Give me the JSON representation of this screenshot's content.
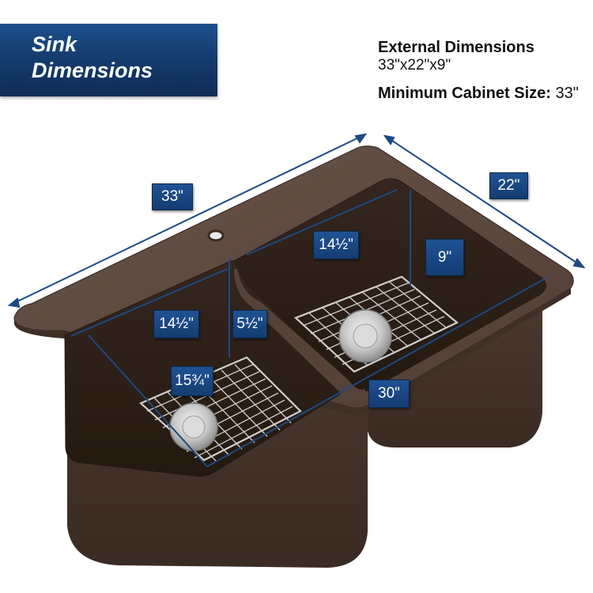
{
  "banner": {
    "line1": "Sink",
    "line2": "Dimensions"
  },
  "specs": {
    "external_heading": "External Dimensions",
    "external_value": "33\"x22\"x9\"",
    "cabinet_heading": "Minimum Cabinet Size:",
    "cabinet_value": "33\""
  },
  "labels": {
    "overall_length": "33\"",
    "overall_width": "22\"",
    "right_bowl_width": "14½\"",
    "right_bowl_depth": "9\"",
    "left_bowl_width": "14½\"",
    "left_bowl_depth": "5½\"",
    "left_bowl_length": "15¾\"",
    "bowl_span": "30\""
  },
  "colors": {
    "sink_body": "#4a382e",
    "sink_top": "#5d4a3f",
    "bowl_interior": "#2e211b",
    "dimension_line": "#1c4a86",
    "label_bg": "#1a4780"
  }
}
